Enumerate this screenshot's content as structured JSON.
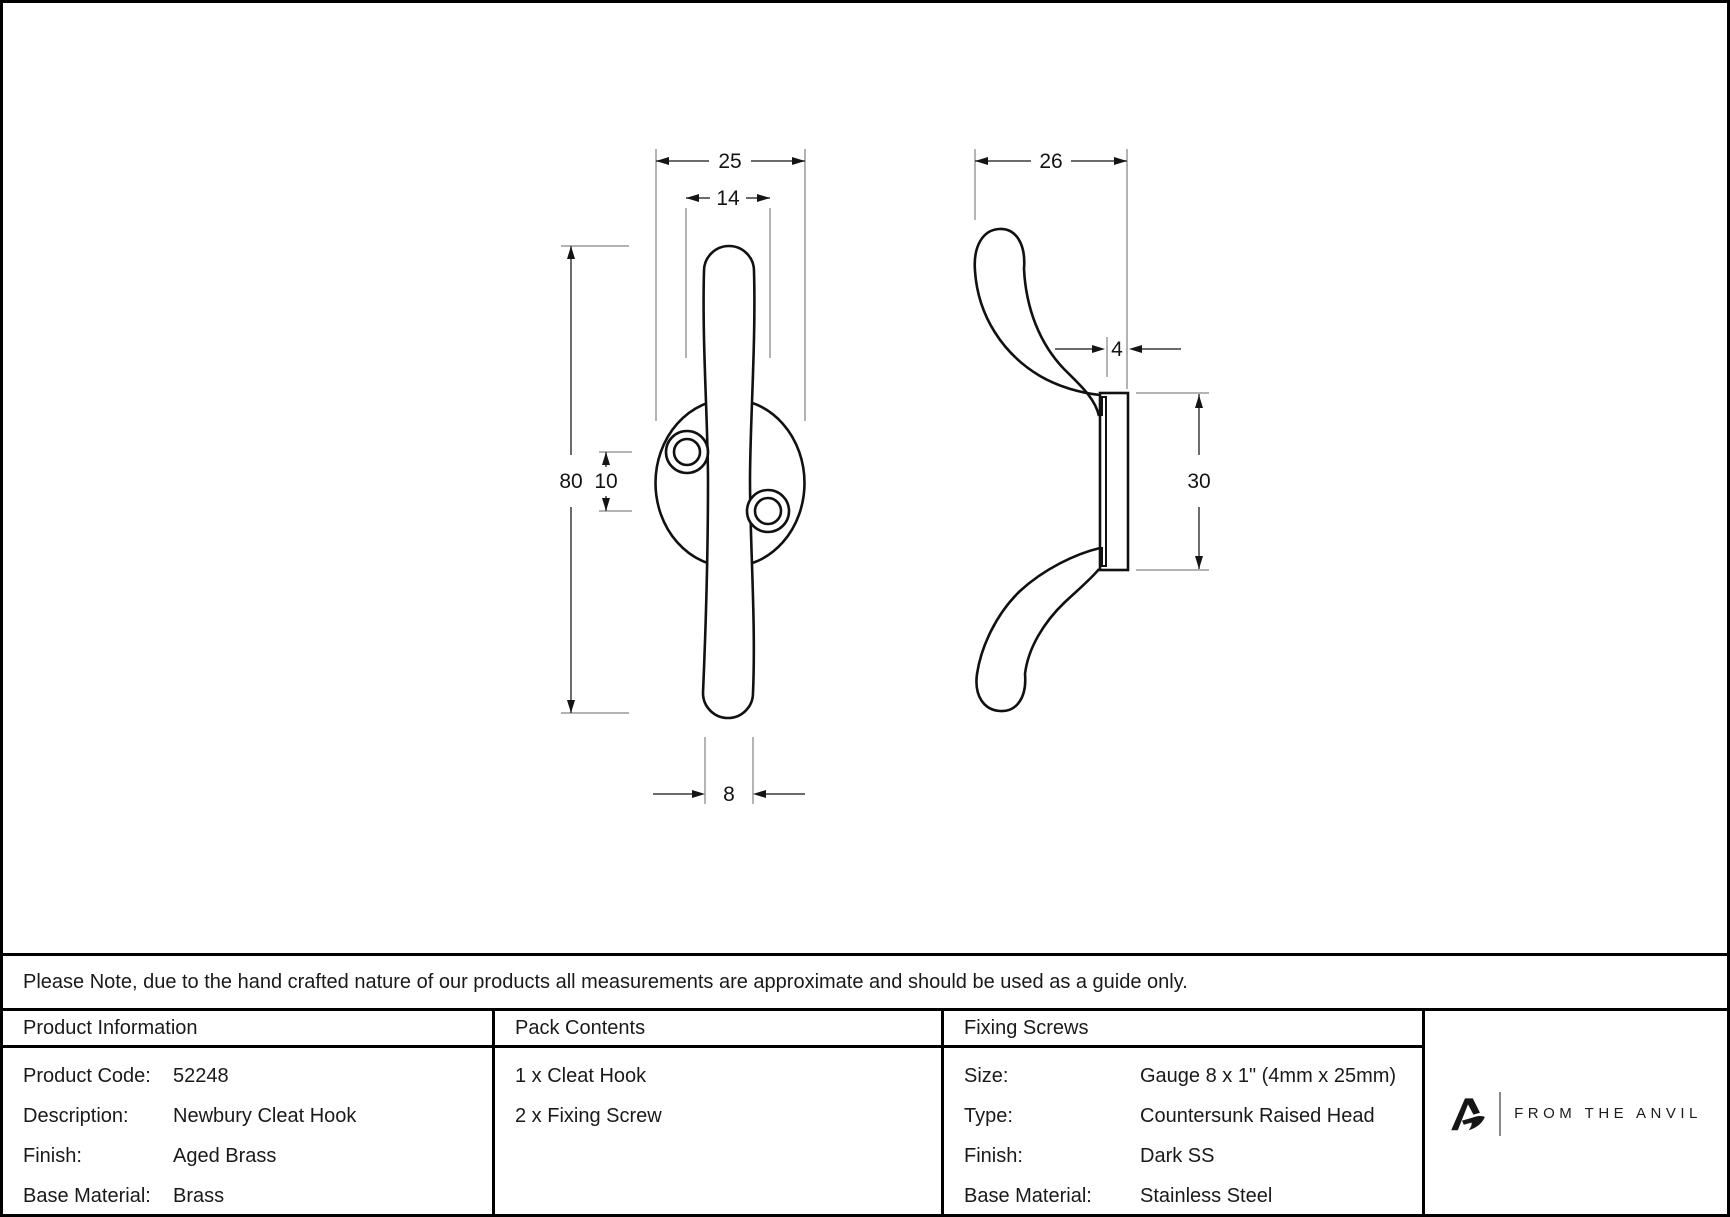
{
  "drawing": {
    "front_view": {
      "name": "front-elevation-of-cleat-hook",
      "dimensions": {
        "plate_width": "25",
        "hook_width": "14",
        "overall_height": "80",
        "hole_spacing": "10",
        "hook_end_width": "8"
      }
    },
    "side_view": {
      "name": "side-profile-of-cleat-hook",
      "dimensions": {
        "projection_depth": "26",
        "plate_thickness": "4",
        "plate_height": "30"
      }
    }
  },
  "note": "Please Note, due to the hand crafted nature of our products all measurements are approximate and should be used as a guide only.",
  "product_information": {
    "header": "Product Information",
    "rows": [
      {
        "label": "Product Code:",
        "value": "52248"
      },
      {
        "label": "Description:",
        "value": "Newbury Cleat Hook"
      },
      {
        "label": "Finish:",
        "value": "Aged Brass"
      },
      {
        "label": "Base Material:",
        "value": "Brass"
      }
    ]
  },
  "pack_contents": {
    "header": "Pack Contents",
    "items": [
      "1 x Cleat Hook",
      "2 x Fixing Screw"
    ]
  },
  "fixing_screws": {
    "header": "Fixing Screws",
    "rows": [
      {
        "label": "Size:",
        "value": "Gauge 8 x 1\"  (4mm x 25mm)"
      },
      {
        "label": "Type:",
        "value": "Countersunk Raised Head"
      },
      {
        "label": "Finish:",
        "value": "Dark SS"
      },
      {
        "label": "Base Material:",
        "value": "Stainless Steel"
      }
    ]
  },
  "logo": {
    "brand": "FROM THE ANVIL",
    "mark": "anvil-a-monogram"
  },
  "colors": {
    "line": "#111111",
    "dim_line": "#3c3c3c",
    "extension_line": "#9a9a9a",
    "border": "#000000"
  }
}
